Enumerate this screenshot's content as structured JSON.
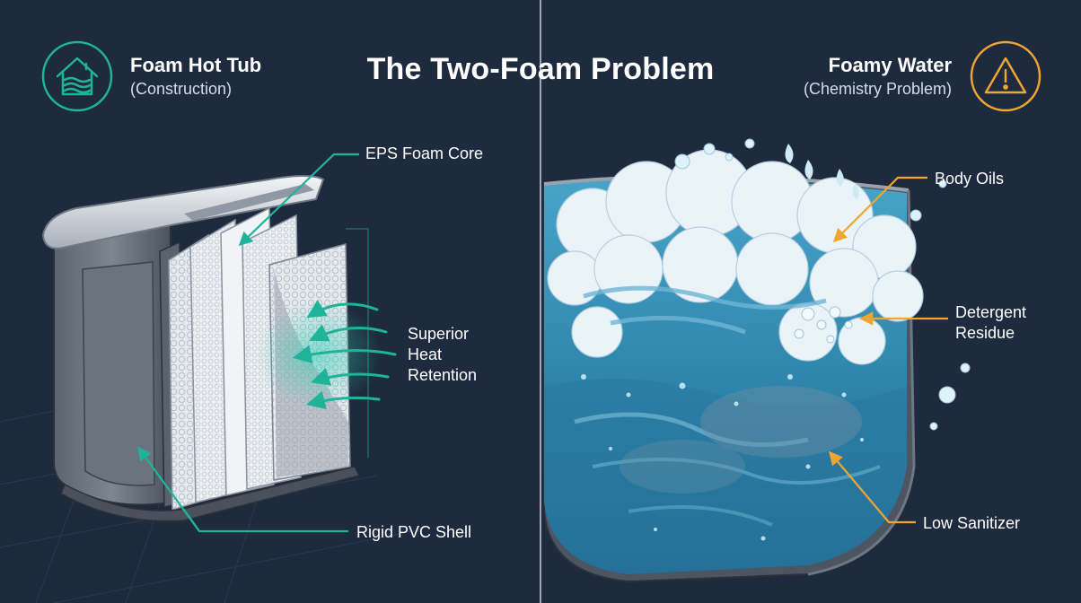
{
  "header": {
    "title": "The Two-Foam Problem",
    "left_title": "Foam Hot Tub",
    "left_subtitle": "(Construction)",
    "right_title": "Foamy Water",
    "right_subtitle": "(Chemistry Problem)"
  },
  "left_panel": {
    "icon": "house-waves-icon",
    "callouts": {
      "eps": "EPS Foam Core",
      "heat_1": "Superior",
      "heat_2": "Heat",
      "heat_3": "Retention",
      "pvc": "Rigid PVC Shell"
    }
  },
  "right_panel": {
    "icon": "warning-triangle-icon",
    "callouts": {
      "oils": "Body Oils",
      "detergent_1": "Detergent",
      "detergent_2": "Residue",
      "sanitizer": "Low Sanitizer"
    }
  },
  "colors": {
    "background": "#1e2a3d",
    "teal_accent": "#1fb49a",
    "orange_accent": "#f0a531",
    "water_blue": "#2f86ad"
  }
}
